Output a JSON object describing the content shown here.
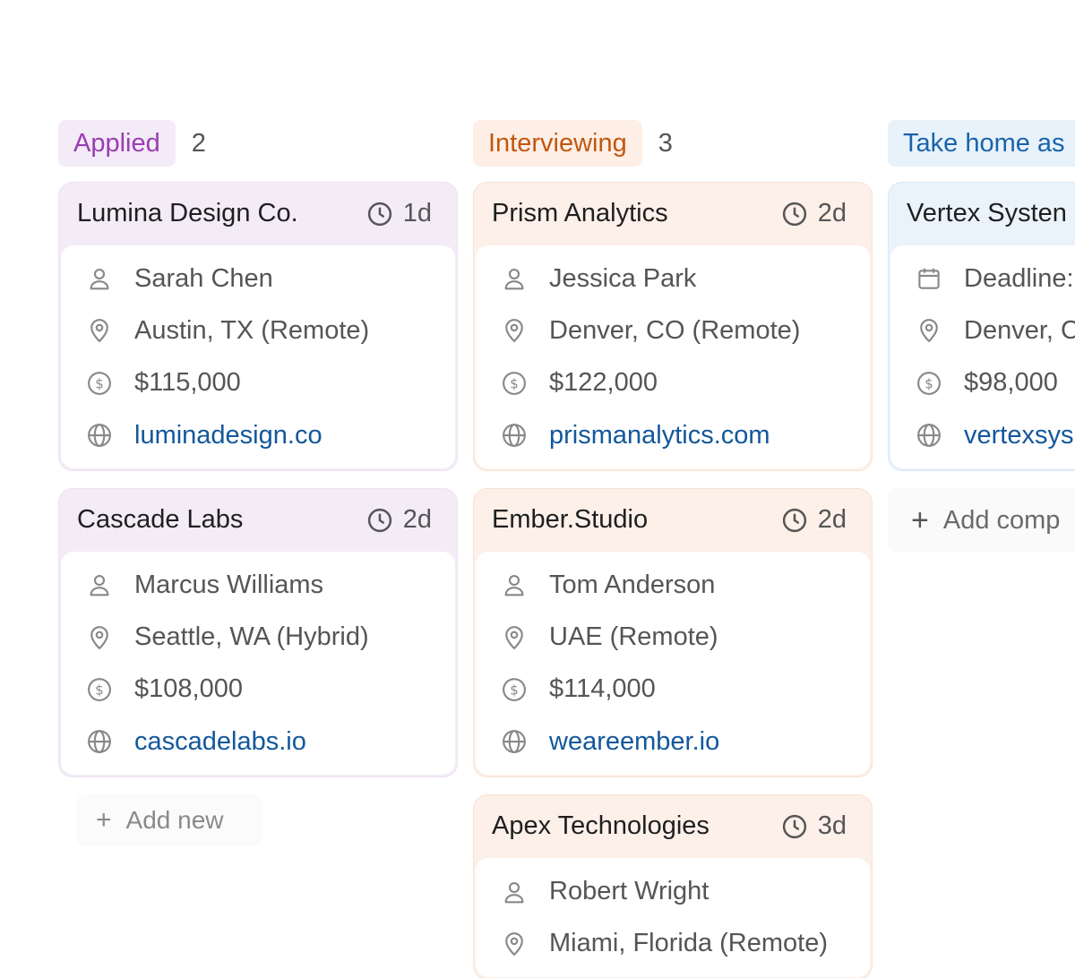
{
  "columns": [
    {
      "title": "Applied",
      "count": "2",
      "add_label": "Add new",
      "cards": [
        {
          "company": "Lumina Design Co.",
          "age": "1d",
          "contact": "Sarah Chen",
          "location": "Austin, TX (Remote)",
          "salary": "$115,000",
          "website": "luminadesign.co"
        },
        {
          "company": "Cascade Labs",
          "age": "2d",
          "contact": "Marcus Williams",
          "location": "Seattle, WA (Hybrid)",
          "salary": "$108,000",
          "website": "cascadelabs.io"
        }
      ]
    },
    {
      "title": "Interviewing",
      "count": "3",
      "cards": [
        {
          "company": "Prism Analytics",
          "age": "2d",
          "contact": "Jessica Park",
          "location": "Denver, CO (Remote)",
          "salary": "$122,000",
          "website": "prismanalytics.com"
        },
        {
          "company": "Ember.Studio",
          "age": "2d",
          "contact": "Tom Anderson",
          "location": "UAE (Remote)",
          "salary": "$114,000",
          "website": "weareember.io"
        },
        {
          "company": "Apex Technologies",
          "age": "3d",
          "contact": "Robert Wright",
          "location": "Miami, Florida (Remote)"
        }
      ]
    },
    {
      "title": "Take home as",
      "add_label": "Add comp",
      "cards": [
        {
          "company": "Vertex Systen",
          "deadline": "Deadline:",
          "location": "Denver, C",
          "salary": "$98,000",
          "website": "vertexsys"
        }
      ]
    }
  ],
  "colors": {
    "applied": "#9a3db3",
    "interviewing": "#c2570f",
    "take_home": "#1a63a8",
    "link": "#13579b"
  }
}
